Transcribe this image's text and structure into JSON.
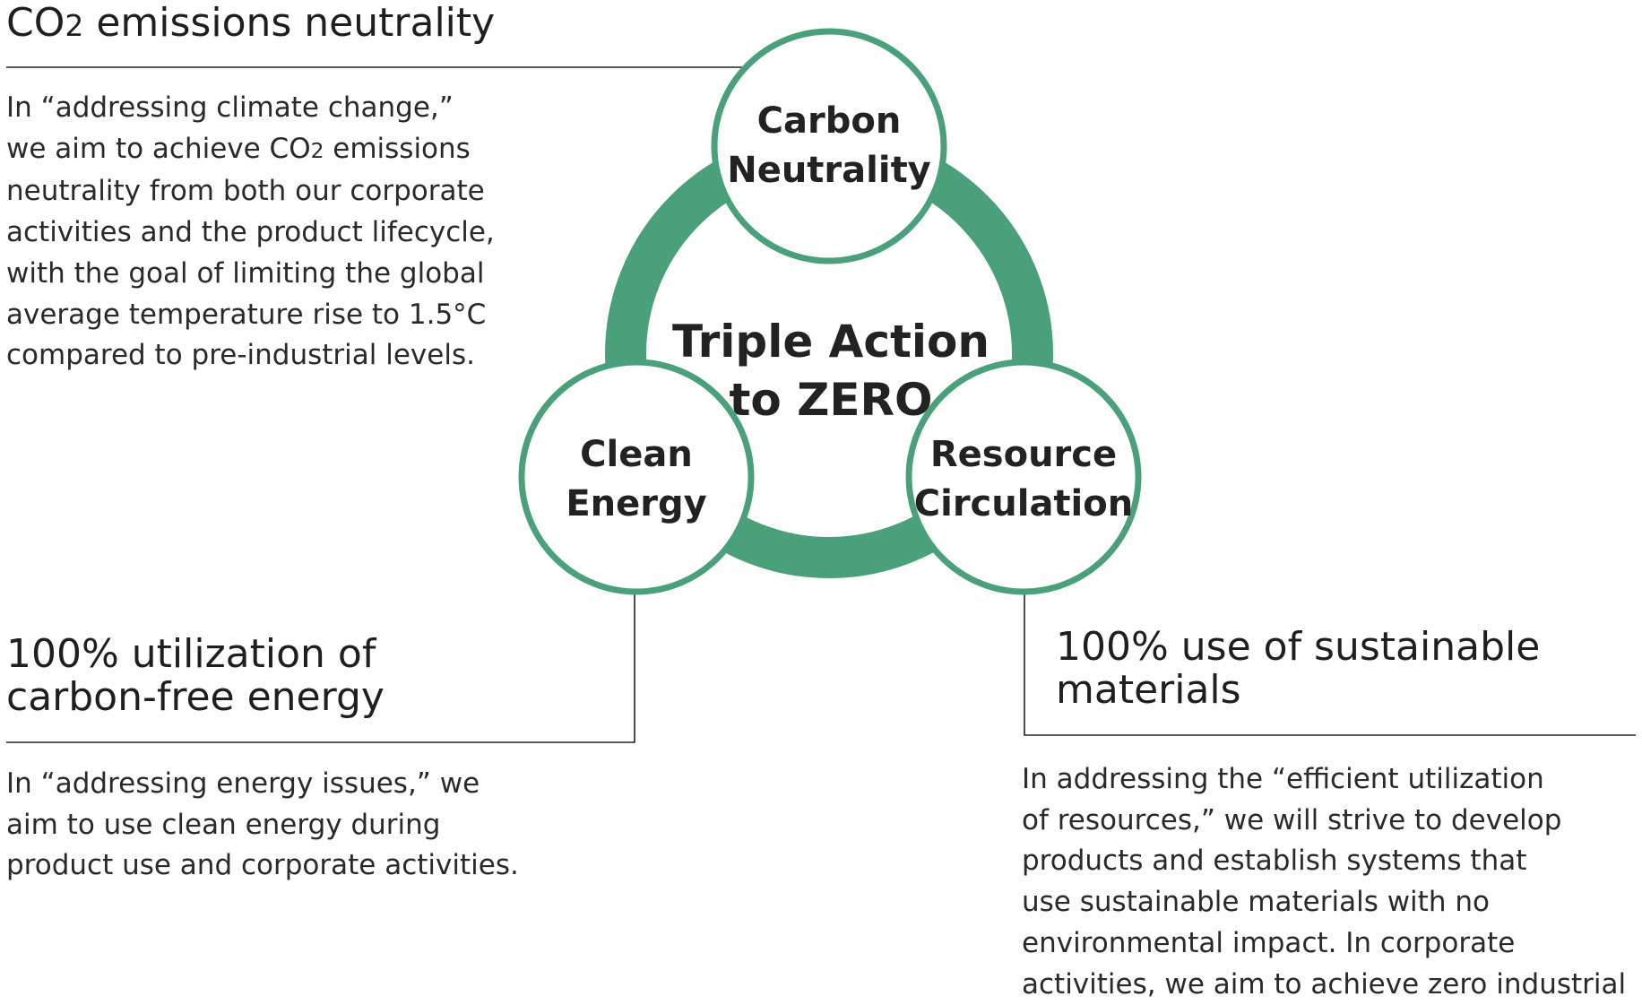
{
  "diagram": {
    "center": {
      "line1": "Triple Action",
      "line2": "to ZERO"
    },
    "nodes": [
      {
        "line1": "Carbon",
        "line2": "Neutrality"
      },
      {
        "line1": "Clean",
        "line2": "Energy"
      },
      {
        "line1": "Resource",
        "line2": "Circulation"
      }
    ],
    "colors": {
      "ring": "#4aa07b",
      "circle_stroke": "#4aa07b",
      "text": "#222222",
      "connector": "#222222"
    }
  },
  "sections": {
    "carbon": {
      "title_pre": "CO",
      "title_sub": "2",
      "title_post": " emissions neutrality",
      "lines": [
        {
          "pre": "In “addressing climate change,”"
        },
        {
          "pre": "we aim to achieve CO",
          "sub": "2",
          "post": " emissions"
        },
        {
          "pre": "neutrality from both our corporate"
        },
        {
          "pre": "activities and the product lifecycle,"
        },
        {
          "pre": "with the goal of limiting the global"
        },
        {
          "pre": "average temperature rise to 1.5°C"
        },
        {
          "pre": "compared to pre-industrial levels."
        }
      ]
    },
    "energy": {
      "title_line1": "100% utilization of",
      "title_line2": "carbon-free energy",
      "lines": [
        "In “addressing energy issues,” we",
        "aim to use clean energy during",
        "product use and corporate activities."
      ]
    },
    "materials": {
      "title_line1": "100% use of sustainable",
      "title_line2": "materials",
      "lines": [
        "In addressing the “efficient utilization",
        "of resources,” we will strive to develop",
        "products and establish systems that",
        "use sustainable materials with no",
        "environmental impact. In corporate",
        "activities, we aim to achieve zero industrial"
      ]
    }
  }
}
